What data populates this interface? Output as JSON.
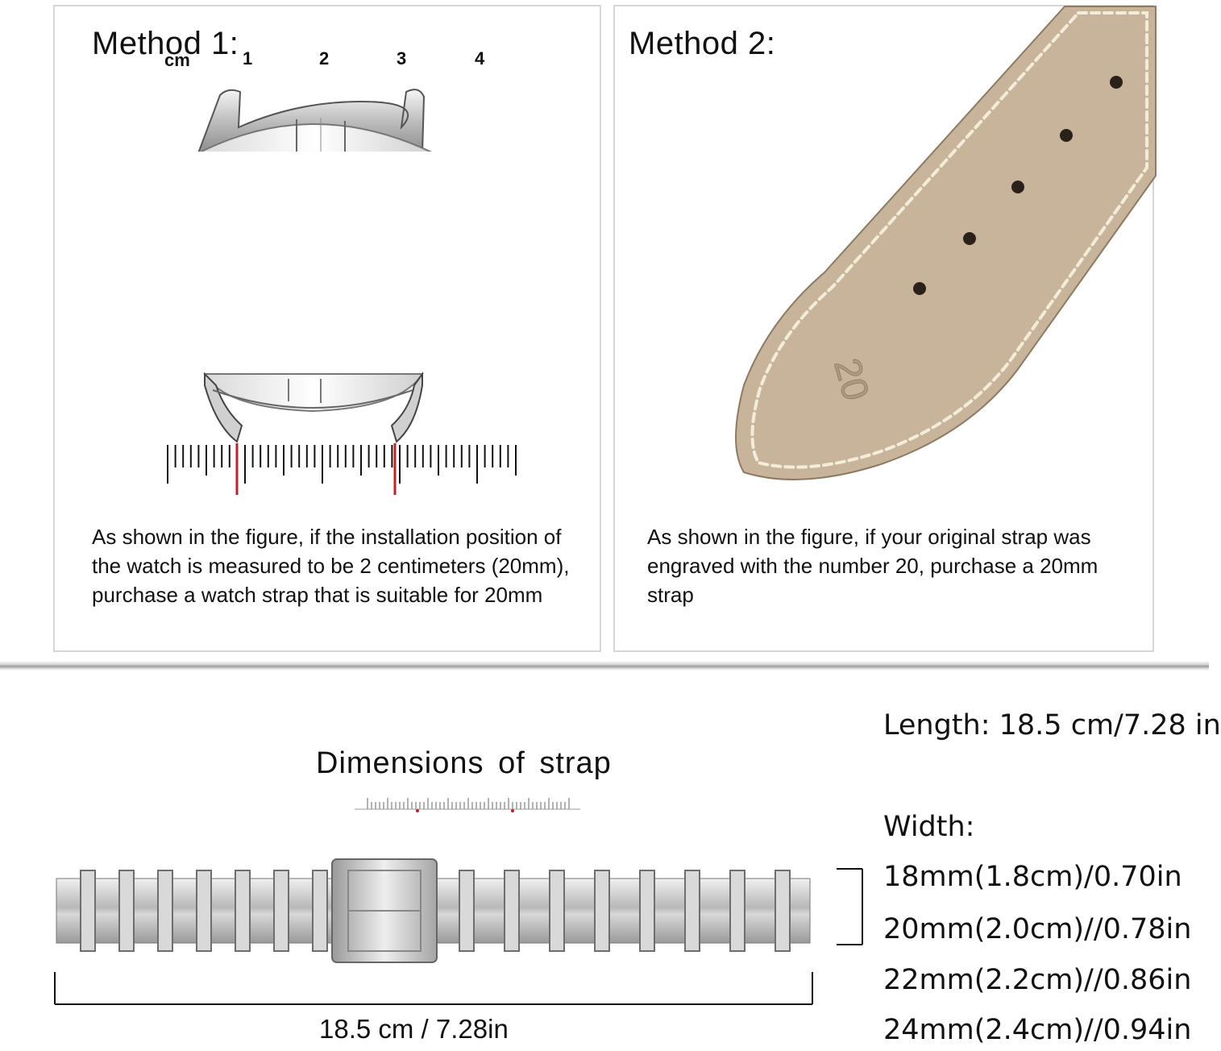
{
  "method1": {
    "title": "Method 1:",
    "ruler_unit": "cm",
    "ruler_numbers": [
      "1",
      "2",
      "3",
      "4"
    ],
    "description": "As shown in the figure, if the installation position of the watch is measured to be 2 centimeters (20mm), purchase a watch strap that is suitable for 20mm"
  },
  "method2": {
    "title": "Method 2:",
    "engraved_number": "20",
    "description": "As shown in the figure, if your original strap was engraved with the number 20, purchase a 20mm strap"
  },
  "dimensions": {
    "title": "Dimensions of strap",
    "length_caption": "18.5 cm / 7.28in"
  },
  "specs": {
    "length": "Length: 18.5 cm/7.28 in",
    "width_label": "Width:",
    "widths": [
      "18mm(1.8cm)/0.70in",
      "20mm(2.0cm)//0.78in",
      "22mm(2.2cm)//0.86in",
      "24mm(2.4cm)//0.94in"
    ]
  },
  "colors": {
    "leather": "#c8b49b",
    "stitch": "#f3ecd8",
    "ruler_marker": "#c0202a",
    "steel": "#c9c9c9"
  }
}
